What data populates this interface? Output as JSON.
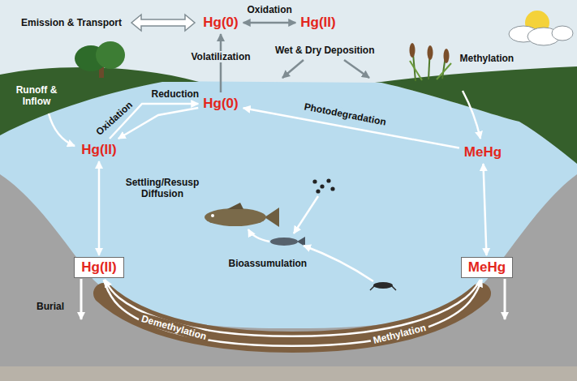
{
  "diagram": {
    "nodes": [
      {
        "text": [
          "Hg(0)"
        ]
      },
      {
        "text": [
          "Hg(II)"
        ]
      },
      {
        "text": [
          "Hg(0)"
        ]
      },
      {
        "text": [
          "Hg(II)"
        ]
      },
      {
        "text": [
          "MeHg"
        ]
      },
      {
        "text": [
          "Hg(II)"
        ]
      },
      {
        "text": [
          "MeHg"
        ]
      }
    ],
    "edges": [
      {
        "from": 0,
        "to": 1,
        "label": "Oxidation",
        "arrow": "both"
      },
      {
        "from": 2,
        "to": 0,
        "label": "Volatilization",
        "arrow": "to"
      },
      {
        "from": 3,
        "to": 2,
        "label": "Reduction",
        "arrow": "to"
      },
      {
        "from": 2,
        "to": 3,
        "label": "Oxidation",
        "arrow": "to"
      },
      {
        "from": 4,
        "to": 2,
        "label": "Photodegradation",
        "arrow": "to"
      },
      {
        "from": 3,
        "to": 5,
        "label": "Settling/Resusp Diffusion",
        "arrow": "both"
      },
      {
        "from": 4,
        "to": 6,
        "arrow": "both"
      },
      {
        "from": 6,
        "to": 5,
        "label": "Demethylation",
        "arrow": "to"
      },
      {
        "from": 5,
        "to": 6,
        "label": "Methylation",
        "arrow": "to"
      }
    ],
    "labels": [
      "Emission & Transport",
      "Wet & Dry Deposition",
      "Methylation",
      "Runoff & Inflow",
      "Bioassumulation",
      "Burial"
    ]
  }
}
